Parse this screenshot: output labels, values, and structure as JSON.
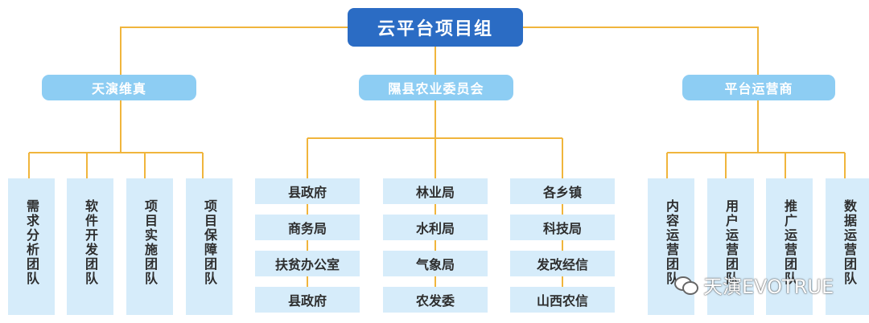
{
  "root": {
    "label": "云平台项目组"
  },
  "groups": [
    {
      "label": "天演维真",
      "children": [
        "需求分析团队",
        "软件开发团队",
        "项目实施团队",
        "项目保障团队"
      ]
    },
    {
      "label": "隰县农业委员会",
      "columns": [
        [
          "县政府",
          "商务局",
          "扶贫办公室",
          "县政府"
        ],
        [
          "林业局",
          "水利局",
          "气象局",
          "农发委"
        ],
        [
          "各乡镇",
          "科技局",
          "发改经信",
          "山西农信"
        ]
      ]
    },
    {
      "label": "平台运营商",
      "children": [
        "内容运营团队",
        "用户运营团队",
        "推广运营团队",
        "数据运营团队"
      ]
    }
  ],
  "watermark": {
    "text": "天演EVOTRUE",
    "icon": "wechat-icon"
  },
  "colors": {
    "root": "#2b6cc4",
    "level1": "#8dcdf3",
    "leaf": "#d6ecfa",
    "connector": "#f0b53c"
  }
}
